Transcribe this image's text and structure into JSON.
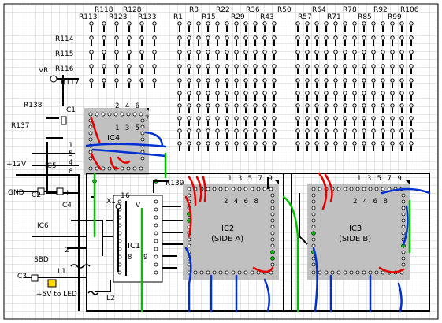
{
  "resistor_labels_top": [
    "R118",
    "R128",
    "R113",
    "R123",
    "R133",
    "R1",
    "R8",
    "R15",
    "R22",
    "R29",
    "R36",
    "R43",
    "R50",
    "R57",
    "R64",
    "R71",
    "R78",
    "R85",
    "R92",
    "R99",
    "R106"
  ],
  "resistor_labels_side": [
    "R114",
    "R115",
    "R116",
    "R117",
    "R138",
    "R137",
    "R139"
  ],
  "component_labels": {
    "vr": "VR",
    "c1": "C1",
    "c2": "C2",
    "c3": "C3",
    "c4": "C4",
    "ic5": "IC5",
    "ic6": "IC6",
    "x1": "X1",
    "v": "V",
    "sbd": "SBD",
    "l1": "L1",
    "l2": "L2",
    "supply": "+12V",
    "gnd": "GND",
    "led": "+5V to LED"
  },
  "chips": {
    "ic4": {
      "name": "IC4",
      "pins_top": "2 4 6",
      "pins_bottom": "1 3 5",
      "pin_extra": "7"
    },
    "ic1": {
      "name": "IC1",
      "pin_a": "16",
      "pin_b": "8",
      "pin_c": "9"
    },
    "ic2": {
      "name": "IC2",
      "side": "(SIDE A)",
      "pins_top": "1 3 5 7 9",
      "pins_bottom": "2 4 6 8"
    },
    "ic3": {
      "name": "IC3",
      "side": "(SIDE B)",
      "pins_top": "1 3 5 7 9",
      "pins_bottom": "2 4 6 8"
    }
  },
  "pin_marks": {
    "one": "1",
    "two": "2",
    "four": "4",
    "five": "5",
    "eight": "8",
    "plus": "+"
  },
  "colors": {
    "grid": "#cfcfcf",
    "chip": "#c0c0c0",
    "wire_red": "#e60000",
    "wire_blue": "#0030d0",
    "wire_green": "#00c000",
    "wire_black": "#000000",
    "led": "#ffd800"
  }
}
